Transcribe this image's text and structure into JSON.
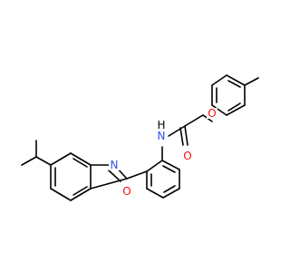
{
  "molecule": {
    "atoms": {
      "nitrogen_oxazole": "N",
      "oxygen_oxazole": "O",
      "amide_nitrogen": "N",
      "amide_hydrogen": "H",
      "carbonyl_oxygen": "O",
      "ether_oxygen": "O"
    },
    "colors": {
      "bond": "#000000",
      "nitrogen": "#3050F8",
      "oxygen": "#FF0D0D",
      "hydrogen": "#000000"
    }
  }
}
